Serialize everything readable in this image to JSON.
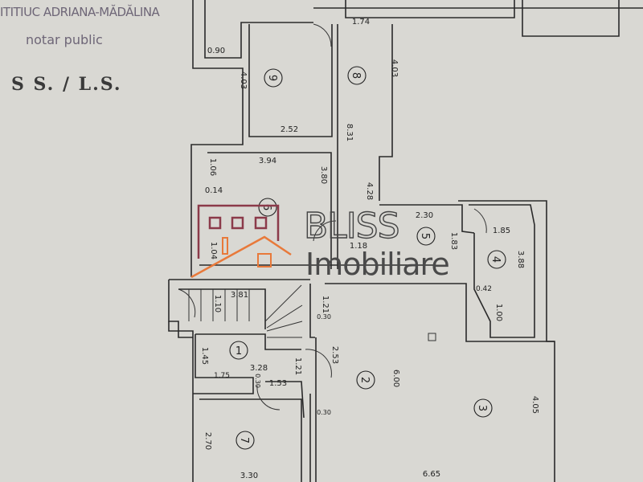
{
  "stamp": {
    "name": "ITITIUC ADRIANA-MĂDĂLINA",
    "role": "notar public",
    "seal": "S S. / L.S."
  },
  "watermark": {
    "line1": "BLISS",
    "line2": "Imobiliare",
    "colors": {
      "logo_frame": "#8b3a4a",
      "logo_roof": "#e8793a",
      "text": "#444444"
    }
  },
  "rooms": [
    "1",
    "2",
    "3",
    "4",
    "5",
    "6",
    "7",
    "8",
    "9"
  ],
  "dimensions": {
    "d0": "0.90",
    "d1": "1.74",
    "d2": "4.03",
    "d3": "4.03",
    "d4": "2.52",
    "d5": "8.31",
    "d6": "3.94",
    "d7": "1.06",
    "d8": "0.14",
    "d9": "3.80",
    "d10": "4.28",
    "d11": "2.30",
    "d12": "1.83",
    "d13": "1.85",
    "d14": "3.88",
    "d15": "1.18",
    "d16": "1.04",
    "d17": "3.81",
    "d18": "1.10",
    "d19": "1.21",
    "d20": "0.30",
    "d21": "0.42",
    "d22": "1.00",
    "d23": "1.45",
    "d24": "3.28",
    "d25": "1.75",
    "d26": "0.30",
    "d27": "1.53",
    "d28": "1.21",
    "d29": "2.53",
    "d30": "6.00",
    "d31": "4.05",
    "d32": "0.30",
    "d33": "2.70",
    "d34": "3.30",
    "d35": "6.65"
  }
}
